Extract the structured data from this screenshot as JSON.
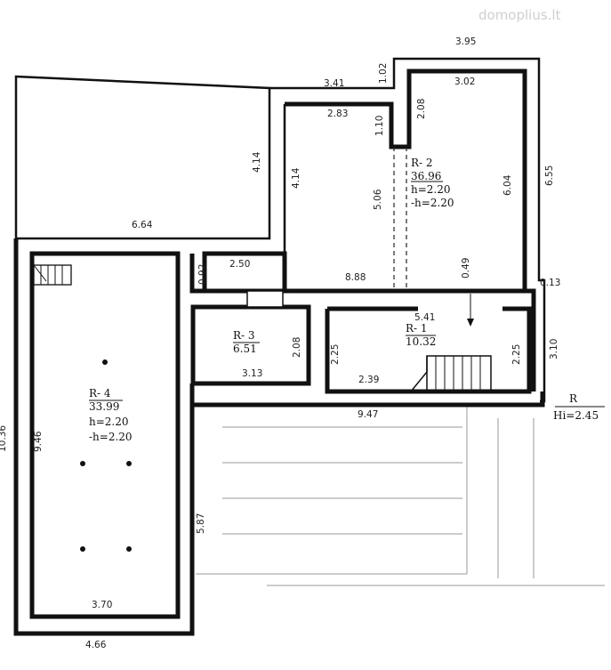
{
  "watermark": "domoplius.lt",
  "rooms": {
    "r2": {
      "name": "R- 2",
      "area": "36.96",
      "h": "h=2.20",
      "neg_h": "-h=2.20"
    },
    "r3": {
      "name": "R- 3",
      "area": "6.51"
    },
    "r1": {
      "name": "R- 1",
      "area": "10.32"
    },
    "r4": {
      "name": "R- 4",
      "area": "33.99",
      "h": "h=2.20",
      "neg_h": "-h=2.20"
    }
  },
  "legend": {
    "code": "R",
    "height": "Hi=2.45"
  },
  "dimensions": [
    "3.95",
    "1.02",
    "3.41",
    "3.02",
    "2.83",
    "1.10",
    "2.08",
    "4.14",
    "4.14",
    "5.06",
    "6.04",
    "6.55",
    "6.64",
    "0.92",
    "2.50",
    "8.88",
    "0.49",
    "0.13",
    "5.41",
    "2.08",
    "2.25",
    "2.25",
    "3.10",
    "3.13",
    "2.39",
    "9.47",
    "10.36",
    "9.46",
    "5.87",
    "3.70",
    "4.66"
  ]
}
